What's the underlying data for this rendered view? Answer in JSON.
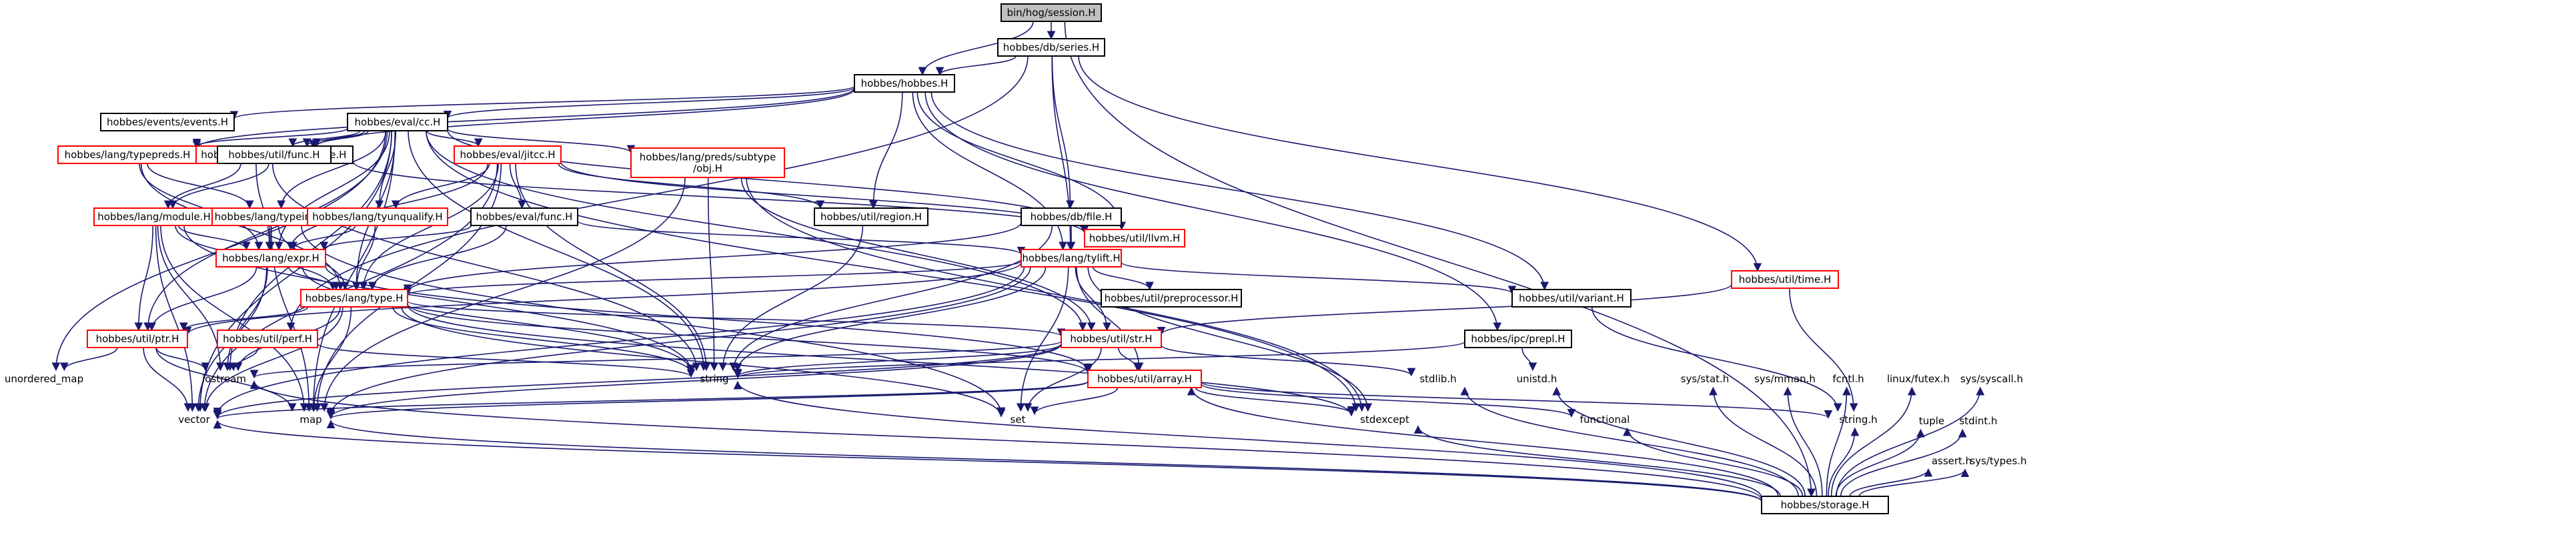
{
  "colors": {
    "background": "#ffffff",
    "edge": "#191970",
    "node_border_default": "#000000",
    "node_border_truncated": "#ff0000",
    "node_fill_root": "#bfbfbf",
    "node_fill": "#ffffff",
    "label": "#000000"
  },
  "nodes": [
    {
      "id": "root",
      "label": "bin/hog/session.H",
      "kind": "root"
    },
    {
      "id": "series",
      "label": "hobbes/db/series.H",
      "kind": "normal"
    },
    {
      "id": "hobbes",
      "label": "hobbes/hobbes.H",
      "kind": "normal"
    },
    {
      "id": "time",
      "label": "hobbes/util/time.H",
      "kind": "truncated"
    },
    {
      "id": "storage",
      "label": "hobbes/storage.H",
      "kind": "normal"
    },
    {
      "id": "events",
      "label": "hobbes/events/events.H",
      "kind": "normal"
    },
    {
      "id": "cc",
      "label": "hobbes/eval/cc.H",
      "kind": "normal"
    },
    {
      "id": "cmodule",
      "label": "hobbes/eval/cmodule.H",
      "kind": "normal"
    },
    {
      "id": "typepreds",
      "label": "hobbes/lang/typepreds.H",
      "kind": "truncated"
    },
    {
      "id": "parser",
      "label": "hobbes/read/parser.H",
      "kind": "truncated"
    },
    {
      "id": "func_h",
      "label": "hobbes/util/func.H",
      "kind": "normal"
    },
    {
      "id": "jitcc",
      "label": "hobbes/eval/jitcc.H",
      "kind": "truncated"
    },
    {
      "id": "subtype",
      "label": [
        "hobbes/lang/preds/subtype",
        "/obj.H"
      ],
      "kind": "truncated"
    },
    {
      "id": "module",
      "label": "hobbes/lang/module.H",
      "kind": "truncated"
    },
    {
      "id": "typeinf",
      "label": "hobbes/lang/typeinf.H",
      "kind": "truncated"
    },
    {
      "id": "tyunqualify",
      "label": "hobbes/lang/tyunqualify.H",
      "kind": "truncated"
    },
    {
      "id": "evalfunc",
      "label": "hobbes/eval/func.H",
      "kind": "normal"
    },
    {
      "id": "region",
      "label": "hobbes/util/region.H",
      "kind": "normal"
    },
    {
      "id": "dbfile",
      "label": "hobbes/db/file.H",
      "kind": "normal"
    },
    {
      "id": "llvm",
      "label": "hobbes/util/llvm.H",
      "kind": "truncated"
    },
    {
      "id": "expr",
      "label": "hobbes/lang/expr.H",
      "kind": "truncated"
    },
    {
      "id": "tylift",
      "label": "hobbes/lang/tylift.H",
      "kind": "truncated"
    },
    {
      "id": "preprocessor",
      "label": "hobbes/util/preprocessor.H",
      "kind": "normal"
    },
    {
      "id": "variant",
      "label": "hobbes/util/variant.H",
      "kind": "normal"
    },
    {
      "id": "langtype",
      "label": "hobbes/lang/type.H",
      "kind": "truncated"
    },
    {
      "id": "ptr",
      "label": "hobbes/util/ptr.H",
      "kind": "truncated"
    },
    {
      "id": "perf",
      "label": "hobbes/util/perf.H",
      "kind": "truncated"
    },
    {
      "id": "str",
      "label": "hobbes/util/str.H",
      "kind": "truncated"
    },
    {
      "id": "prepl",
      "label": "hobbes/ipc/prepl.H",
      "kind": "normal"
    },
    {
      "id": "array",
      "label": "hobbes/util/array.H",
      "kind": "truncated"
    },
    {
      "id": "unordered_map",
      "label": "unordered_map",
      "kind": "leaf"
    },
    {
      "id": "iostream",
      "label": "iostream",
      "kind": "leaf"
    },
    {
      "id": "string",
      "label": "string",
      "kind": "leaf"
    },
    {
      "id": "vector",
      "label": "vector",
      "kind": "leaf"
    },
    {
      "id": "map",
      "label": "map",
      "kind": "leaf"
    },
    {
      "id": "set",
      "label": "set",
      "kind": "leaf"
    },
    {
      "id": "stdexcept",
      "label": "stdexcept",
      "kind": "leaf"
    },
    {
      "id": "functional",
      "label": "functional",
      "kind": "leaf"
    },
    {
      "id": "stringh",
      "label": "string.h",
      "kind": "leaf"
    },
    {
      "id": "stdlib",
      "label": "stdlib.h",
      "kind": "leaf"
    },
    {
      "id": "unistd",
      "label": "unistd.h",
      "kind": "leaf"
    },
    {
      "id": "sysstat",
      "label": "sys/stat.h",
      "kind": "leaf"
    },
    {
      "id": "sysmman",
      "label": "sys/mman.h",
      "kind": "leaf"
    },
    {
      "id": "fcntl",
      "label": "fcntl.h",
      "kind": "leaf"
    },
    {
      "id": "futex",
      "label": "linux/futex.h",
      "kind": "leaf"
    },
    {
      "id": "syscall",
      "label": "sys/syscall.h",
      "kind": "leaf"
    },
    {
      "id": "tuple",
      "label": "tuple",
      "kind": "leaf"
    },
    {
      "id": "stdint",
      "label": "stdint.h",
      "kind": "leaf"
    },
    {
      "id": "assert",
      "label": "assert.h",
      "kind": "leaf"
    },
    {
      "id": "systypes",
      "label": "sys/types.h",
      "kind": "leaf"
    }
  ],
  "edges": [
    [
      "root",
      "series"
    ],
    [
      "root",
      "hobbes"
    ],
    [
      "root",
      "storage"
    ],
    [
      "series",
      "hobbes"
    ],
    [
      "series",
      "dbfile"
    ],
    [
      "series",
      "tylift"
    ],
    [
      "series",
      "time"
    ],
    [
      "series",
      "perf"
    ],
    [
      "hobbes",
      "events"
    ],
    [
      "hobbes",
      "cc"
    ],
    [
      "hobbes",
      "parser"
    ],
    [
      "hobbes",
      "typepreds"
    ],
    [
      "hobbes",
      "region"
    ],
    [
      "hobbes",
      "tylift"
    ],
    [
      "hobbes",
      "variant"
    ],
    [
      "hobbes",
      "prepl"
    ],
    [
      "hobbes",
      "llvm"
    ],
    [
      "time",
      "str"
    ],
    [
      "time",
      "stringh"
    ],
    [
      "storage",
      "iostream"
    ],
    [
      "storage",
      "string"
    ],
    [
      "storage",
      "vector"
    ],
    [
      "storage",
      "map"
    ],
    [
      "storage",
      "stdexcept"
    ],
    [
      "storage",
      "functional"
    ],
    [
      "storage",
      "stringh"
    ],
    [
      "storage",
      "stdlib"
    ],
    [
      "storage",
      "unistd"
    ],
    [
      "storage",
      "sysstat"
    ],
    [
      "storage",
      "sysmman"
    ],
    [
      "storage",
      "fcntl"
    ],
    [
      "storage",
      "futex"
    ],
    [
      "storage",
      "syscall"
    ],
    [
      "storage",
      "tuple"
    ],
    [
      "storage",
      "stdint"
    ],
    [
      "storage",
      "assert"
    ],
    [
      "storage",
      "systypes"
    ],
    [
      "storage",
      "array"
    ],
    [
      "cc",
      "cmodule"
    ],
    [
      "cc",
      "typepreds"
    ],
    [
      "cc",
      "parser"
    ],
    [
      "cc",
      "func_h"
    ],
    [
      "cc",
      "jitcc"
    ],
    [
      "cc",
      "subtype"
    ],
    [
      "cc",
      "typeinf"
    ],
    [
      "cc",
      "tyunqualify"
    ],
    [
      "cc",
      "expr"
    ],
    [
      "cc",
      "langtype"
    ],
    [
      "cc",
      "llvm"
    ],
    [
      "cc",
      "str"
    ],
    [
      "cc",
      "string"
    ],
    [
      "cc",
      "vector"
    ],
    [
      "cc",
      "map"
    ],
    [
      "cc",
      "unordered_map"
    ],
    [
      "cc",
      "iostream"
    ],
    [
      "cc",
      "stdexcept"
    ],
    [
      "cc",
      "ptr"
    ],
    [
      "cmodule",
      "module"
    ],
    [
      "cmodule",
      "llvm"
    ],
    [
      "typepreds",
      "typeinf"
    ],
    [
      "typepreds",
      "expr"
    ],
    [
      "typepreds",
      "langtype"
    ],
    [
      "parser",
      "module"
    ],
    [
      "parser",
      "expr"
    ],
    [
      "parser",
      "string"
    ],
    [
      "jitcc",
      "evalfunc"
    ],
    [
      "jitcc",
      "region"
    ],
    [
      "jitcc",
      "llvm"
    ],
    [
      "jitcc",
      "tyunqualify"
    ],
    [
      "jitcc",
      "expr"
    ],
    [
      "jitcc",
      "langtype"
    ],
    [
      "jitcc",
      "string"
    ],
    [
      "jitcc",
      "map"
    ],
    [
      "jitcc",
      "vector"
    ],
    [
      "subtype",
      "str"
    ],
    [
      "subtype",
      "string"
    ],
    [
      "subtype",
      "map"
    ],
    [
      "subtype",
      "stdexcept"
    ],
    [
      "module",
      "expr"
    ],
    [
      "module",
      "langtype"
    ],
    [
      "module",
      "ptr"
    ],
    [
      "module",
      "string"
    ],
    [
      "module",
      "vector"
    ],
    [
      "module",
      "map"
    ],
    [
      "module",
      "iostream"
    ],
    [
      "typeinf",
      "expr"
    ],
    [
      "typeinf",
      "langtype"
    ],
    [
      "typeinf",
      "map"
    ],
    [
      "typeinf",
      "set"
    ],
    [
      "tyunqualify",
      "expr"
    ],
    [
      "tyunqualify",
      "langtype"
    ],
    [
      "evalfunc",
      "expr"
    ],
    [
      "evalfunc",
      "langtype"
    ],
    [
      "evalfunc",
      "tylift"
    ],
    [
      "region",
      "string"
    ],
    [
      "dbfile",
      "tylift"
    ],
    [
      "dbfile",
      "langtype"
    ],
    [
      "dbfile",
      "string"
    ],
    [
      "expr",
      "langtype"
    ],
    [
      "expr",
      "ptr"
    ],
    [
      "expr",
      "array"
    ],
    [
      "expr",
      "vector"
    ],
    [
      "expr",
      "iostream"
    ],
    [
      "expr",
      "string"
    ],
    [
      "tylift",
      "langtype"
    ],
    [
      "tylift",
      "preprocessor"
    ],
    [
      "tylift",
      "variant"
    ],
    [
      "tylift",
      "str"
    ],
    [
      "tylift",
      "array"
    ],
    [
      "tylift",
      "ptr"
    ],
    [
      "tylift",
      "string"
    ],
    [
      "tylift",
      "vector"
    ],
    [
      "tylift",
      "map"
    ],
    [
      "tylift",
      "set"
    ],
    [
      "tylift",
      "stdexcept"
    ],
    [
      "variant",
      "stringh"
    ],
    [
      "langtype",
      "ptr"
    ],
    [
      "langtype",
      "str"
    ],
    [
      "langtype",
      "array"
    ],
    [
      "langtype",
      "string"
    ],
    [
      "langtype",
      "vector"
    ],
    [
      "langtype",
      "map"
    ],
    [
      "langtype",
      "set"
    ],
    [
      "langtype",
      "stdexcept"
    ],
    [
      "langtype",
      "iostream"
    ],
    [
      "ptr",
      "unordered_map"
    ],
    [
      "ptr",
      "iostream"
    ],
    [
      "ptr",
      "vector"
    ],
    [
      "ptr",
      "map"
    ],
    [
      "perf",
      "iostream"
    ],
    [
      "perf",
      "string"
    ],
    [
      "str",
      "array"
    ],
    [
      "str",
      "string"
    ],
    [
      "str",
      "vector"
    ],
    [
      "str",
      "set"
    ],
    [
      "str",
      "map"
    ],
    [
      "str",
      "stdlib"
    ],
    [
      "str",
      "iostream"
    ],
    [
      "prepl",
      "string"
    ],
    [
      "prepl",
      "unistd"
    ],
    [
      "array",
      "vector"
    ],
    [
      "array",
      "map"
    ],
    [
      "array",
      "set"
    ],
    [
      "array",
      "stdexcept"
    ],
    [
      "array",
      "functional"
    ],
    [
      "array",
      "stringh"
    ]
  ]
}
